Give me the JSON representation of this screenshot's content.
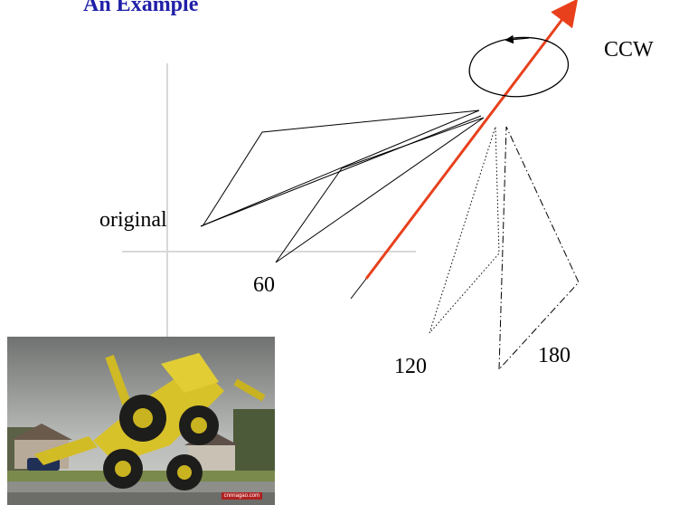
{
  "slide": {
    "title": "An Example"
  },
  "diagram": {
    "rotation_direction": "CCW",
    "shape_labels": {
      "original": "original",
      "rot60": "60",
      "rot120": "120",
      "rot180": "180"
    },
    "colors": {
      "title": "#2020a8",
      "axis_arrow": "#e8401c",
      "faint_axes": "#d8d8d8",
      "shapes": "#000000"
    }
  },
  "photo": {
    "caption": "cnnnagao.com",
    "description_icon": "tipped-loader-photo"
  }
}
